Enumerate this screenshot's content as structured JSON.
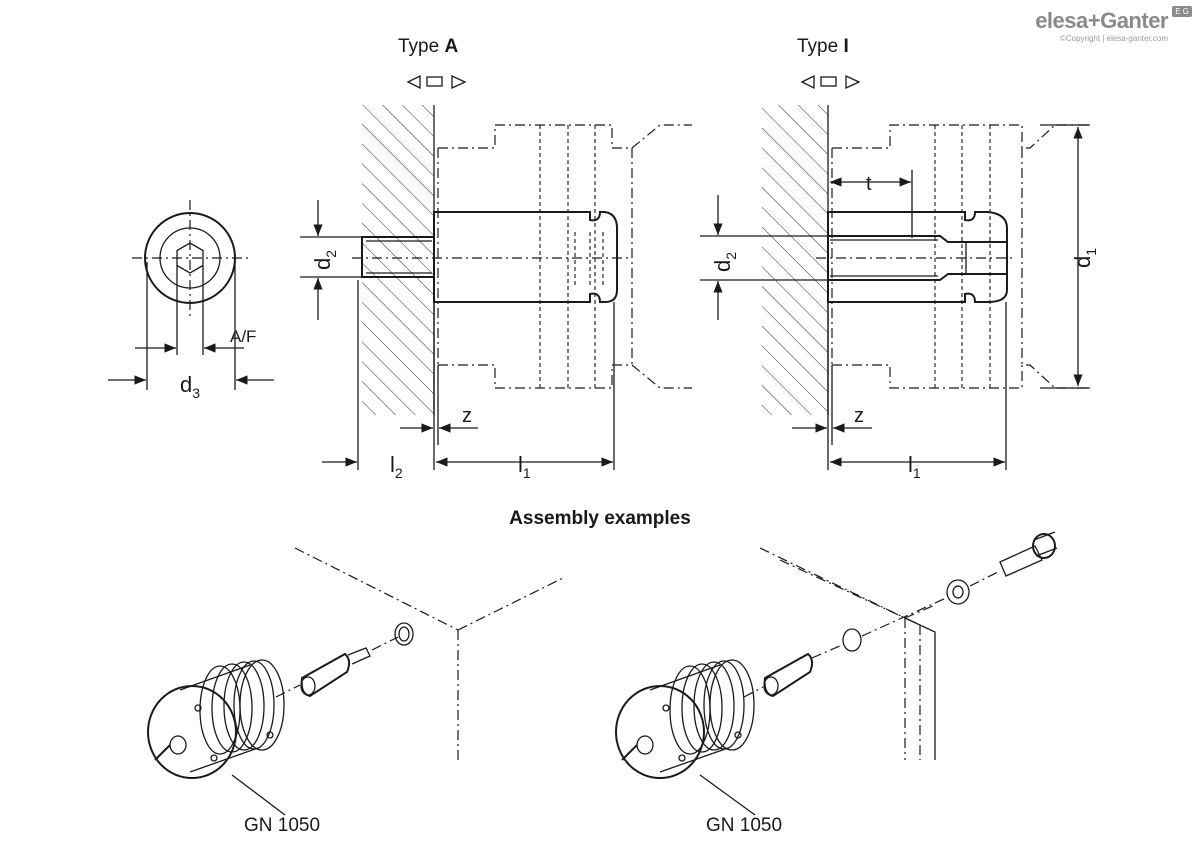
{
  "brand": {
    "name": "elesa+Ganter",
    "copyright": "©Copyright | elesa-ganter.com",
    "badge": "E G"
  },
  "type_a": {
    "prefix": "Type ",
    "letter": "A"
  },
  "type_i": {
    "prefix": "Type ",
    "letter": "I"
  },
  "labels": {
    "d1": "d",
    "d1_sub": "1",
    "d2": "d",
    "d2_sub": "2",
    "d3": "d",
    "d3_sub": "3",
    "l1": "l",
    "l1_sub": "1",
    "l2": "l",
    "l2_sub": "2",
    "z": "z",
    "t": "t",
    "af": "A/F"
  },
  "assembly": {
    "title": "Assembly examples",
    "left_part": "GN 1050",
    "right_part": "GN 1050"
  }
}
